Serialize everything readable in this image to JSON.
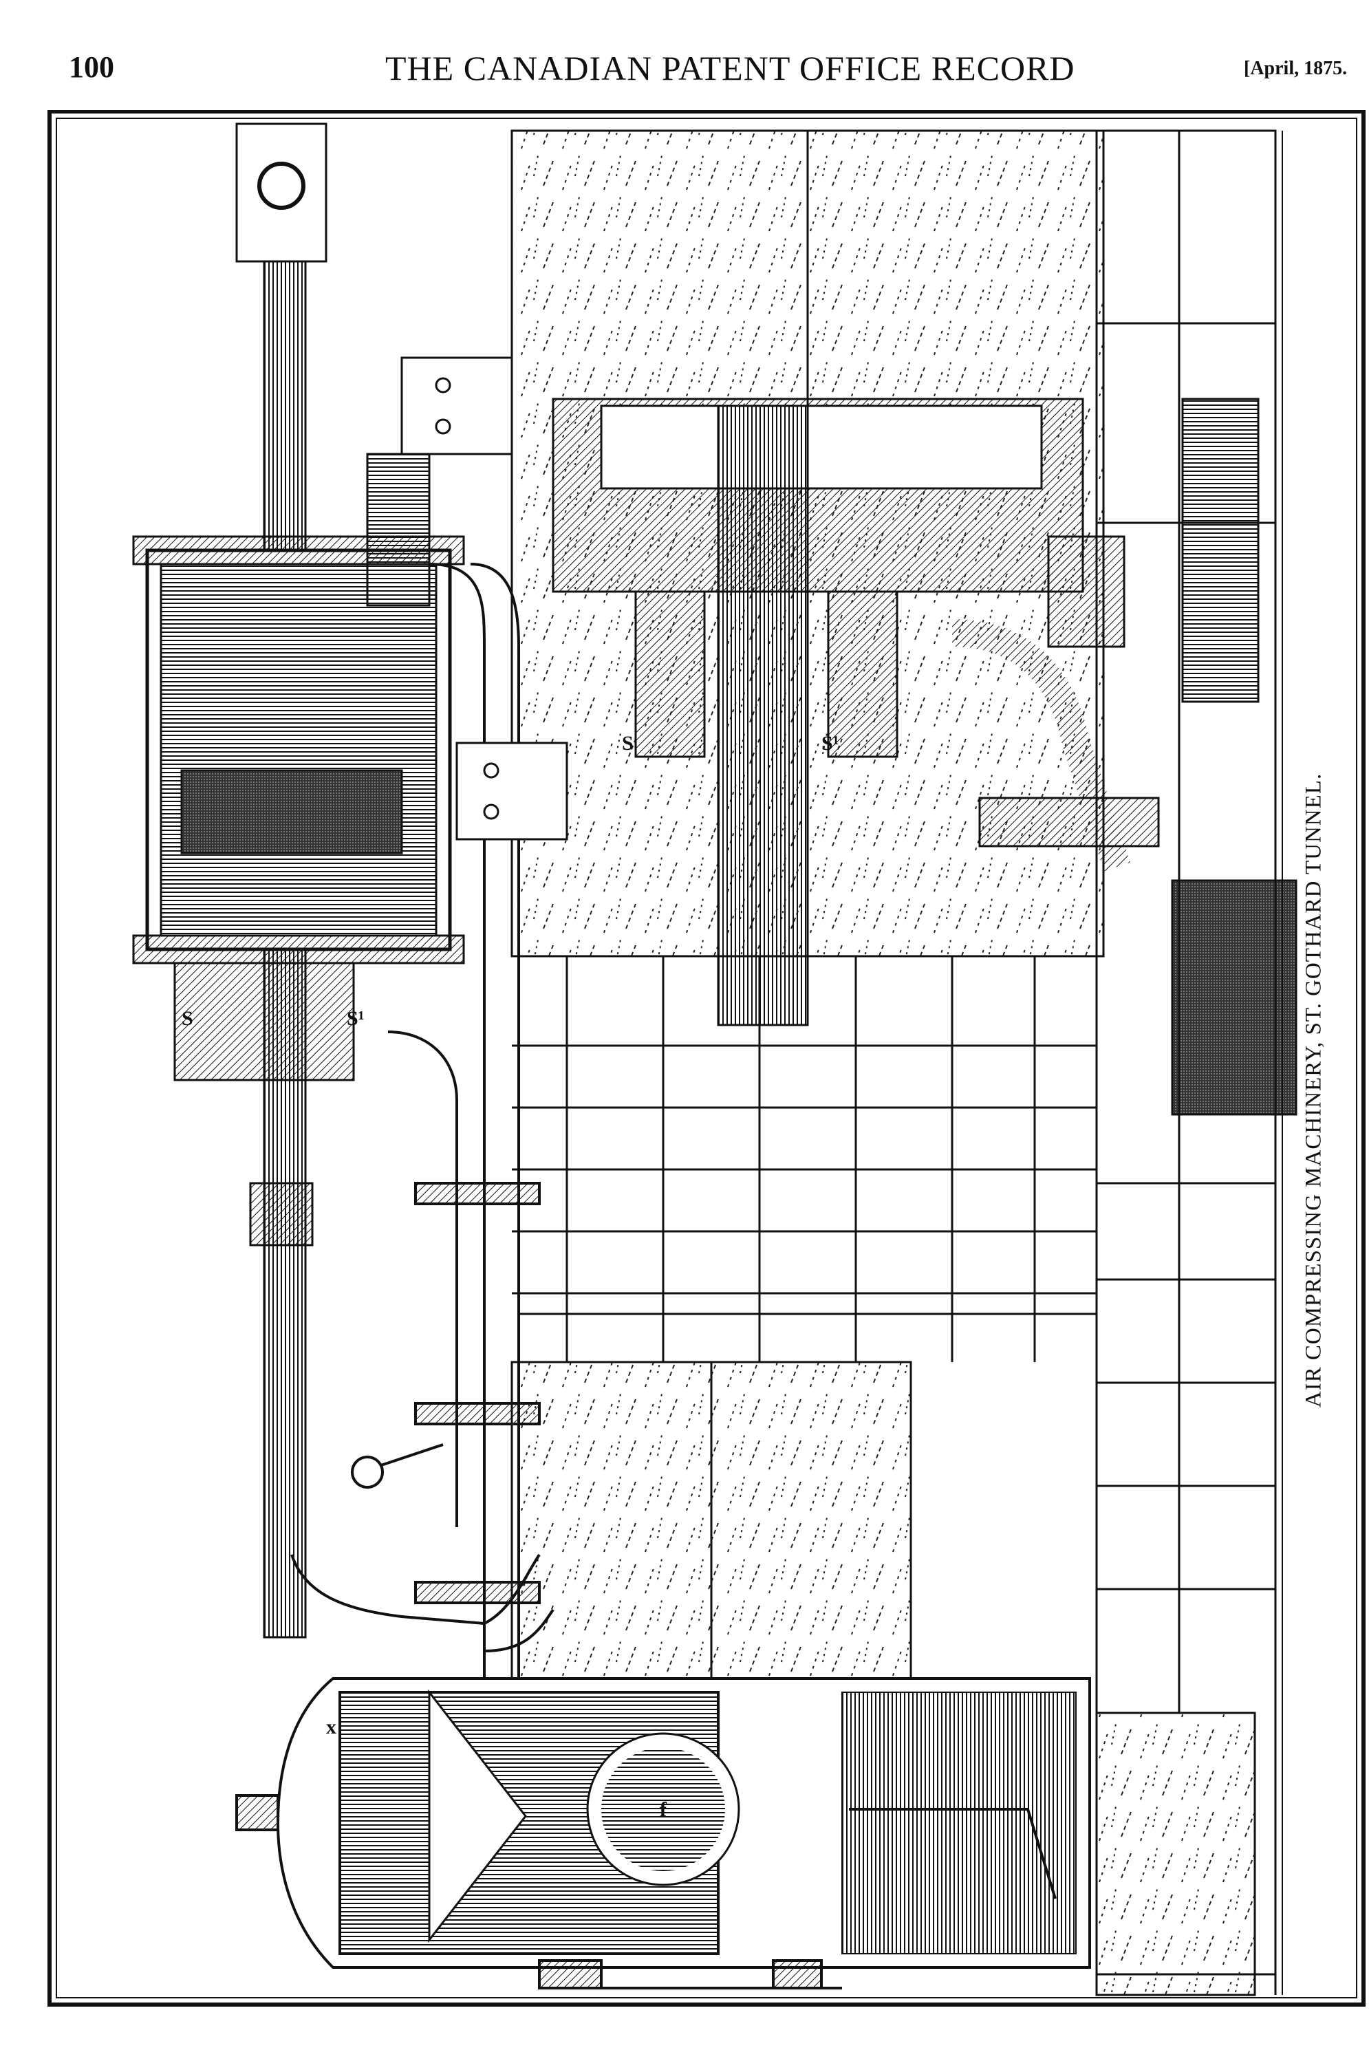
{
  "header": {
    "page_number": "100",
    "title": "THE CANADIAN PATENT OFFICE RECORD",
    "date": "[April, 1875."
  },
  "figure": {
    "caption": "AIR COMPRESSING MACHINERY, ST. GOTHARD TUNNEL.",
    "labels": {
      "valve_s_upper": "S",
      "valve_s1_upper": "S¹",
      "valve_s_lower": "S",
      "valve_s1_lower": "S¹",
      "chamber_x": "x",
      "float_f": "f"
    }
  }
}
